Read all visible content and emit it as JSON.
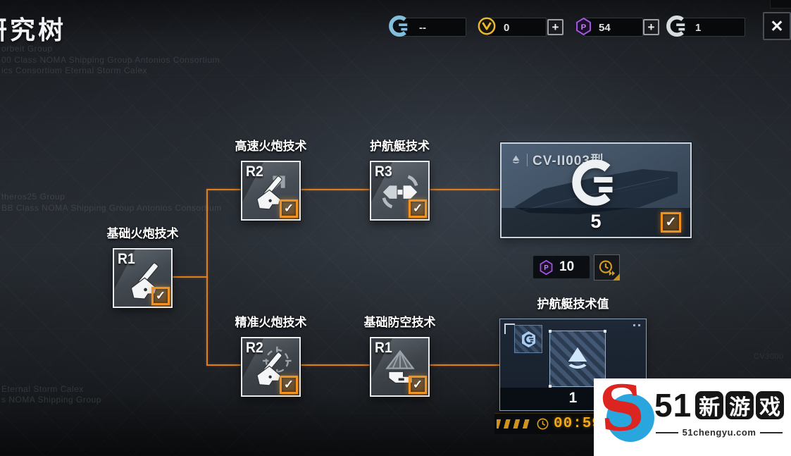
{
  "title": "研究树",
  "glyphs": {
    "plus": "+",
    "close": "✕",
    "check": "✓",
    "p_letter": "P"
  },
  "topbar": {
    "currencies": [
      {
        "name": "g-blue-currency",
        "value": "--"
      },
      {
        "name": "coin-yellow-currency",
        "value": "0"
      },
      {
        "name": "p-purple-currency",
        "value": "54"
      },
      {
        "name": "g-white-currency",
        "value": "1"
      }
    ]
  },
  "tree": {
    "nodes": [
      {
        "label": "基础火炮技术",
        "rank": "R1",
        "icon": "cannon-icon",
        "checked": true
      },
      {
        "label": "高速火炮技术",
        "rank": "R2",
        "icon": "cannon-arrow-icon",
        "checked": true
      },
      {
        "label": "护航艇技术",
        "rank": "R3",
        "icon": "escort-drones-icon",
        "checked": true
      },
      {
        "label": "精准火炮技术",
        "rank": "R2",
        "icon": "cannon-crosshair-icon",
        "checked": true
      },
      {
        "label": "基础防空技术",
        "rank": "R1",
        "icon": "radar-dish-icon",
        "checked": true
      }
    ]
  },
  "ship": {
    "name": "CV-II003型",
    "count": "5",
    "checked": true
  },
  "cost": {
    "amount": "10"
  },
  "tech": {
    "label": "护航艇技术值",
    "value": "1",
    "timer": "00:59"
  },
  "watermark": {
    "logo_letter": "S",
    "prefix": "51",
    "chars": [
      "新",
      "游",
      "戏"
    ],
    "site": "51chengyu.com"
  },
  "bg": {
    "l1": "orbeit Group",
    "l2": "00 Class NOMA Shipping Group Antonios Consortium",
    "l3": "ics Consortium Eternal Storm Calex",
    "l4": "theros25 Group",
    "l5": "BB Class NOMA Shipping Group Antonios Consortium",
    "l6": "Eternal Storm Calex",
    "l7": "s NOMA Shipping Group",
    "l8": "CV3000"
  },
  "icons": {
    "g_logo": "open-ring-G with two bars",
    "coin": "circled chevron-V",
    "p_hex": "hexagon with P",
    "tri_layer": "stacked triangle over hull swoosh",
    "clock": "clock face",
    "speedup": "clock with fast-forward arrows",
    "hazard": "gold chevron stripes"
  },
  "colors": {
    "accent_orange": "#ef9221",
    "line_orange": "#db7d20",
    "gold": "#f3a71b",
    "purple": "#a457e0",
    "yellow": "#ecba2c",
    "blue": "#85bedd"
  }
}
